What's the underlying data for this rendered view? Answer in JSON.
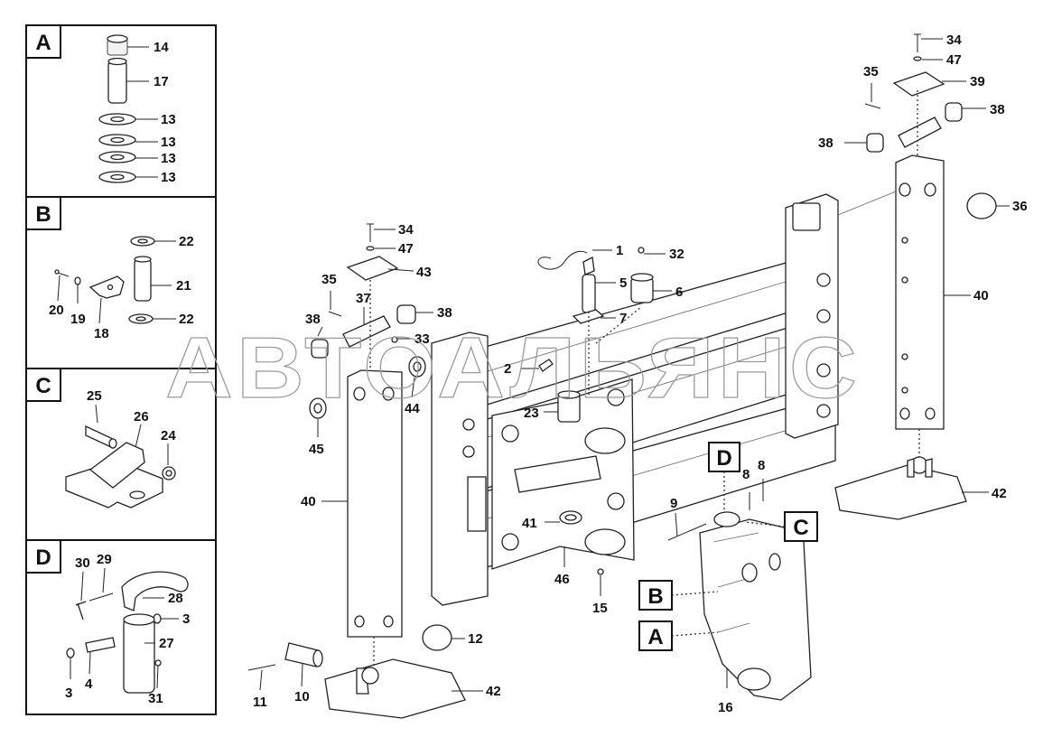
{
  "watermark": "АВТОАЛЬЯНС",
  "detail_panels": [
    {
      "letter": "A",
      "labels": [
        "14",
        "17",
        "13",
        "13",
        "13",
        "13"
      ]
    },
    {
      "letter": "B",
      "labels": [
        "22",
        "21",
        "22",
        "20",
        "19",
        "18"
      ]
    },
    {
      "letter": "C",
      "labels": [
        "25",
        "26",
        "24"
      ]
    },
    {
      "letter": "D",
      "labels": [
        "30",
        "29",
        "28",
        "3",
        "27",
        "4",
        "3",
        "31"
      ]
    }
  ],
  "callouts": {
    "D": "D",
    "C": "C",
    "B": "B",
    "A": "A"
  },
  "labels": {
    "l1": "1",
    "l2": "2",
    "l5": "5",
    "l6": "6",
    "l7": "7",
    "l8a": "8",
    "l8b": "8",
    "l9": "9",
    "l10": "10",
    "l11": "11",
    "l12": "12",
    "l15": "15",
    "l16": "16",
    "l23": "23",
    "l32": "32",
    "l33": "33",
    "l34a": "34",
    "l34b": "34",
    "l35a": "35",
    "l35b": "35",
    "l36": "36",
    "l37": "37",
    "l38a": "38",
    "l38b": "38",
    "l38c": "38",
    "l38d": "38",
    "l39": "39",
    "l40a": "40",
    "l40b": "40",
    "l41": "41",
    "l42a": "42",
    "l42b": "42",
    "l43": "43",
    "l44": "44",
    "l45": "45",
    "l46": "46",
    "l47a": "47",
    "l47b": "47"
  }
}
